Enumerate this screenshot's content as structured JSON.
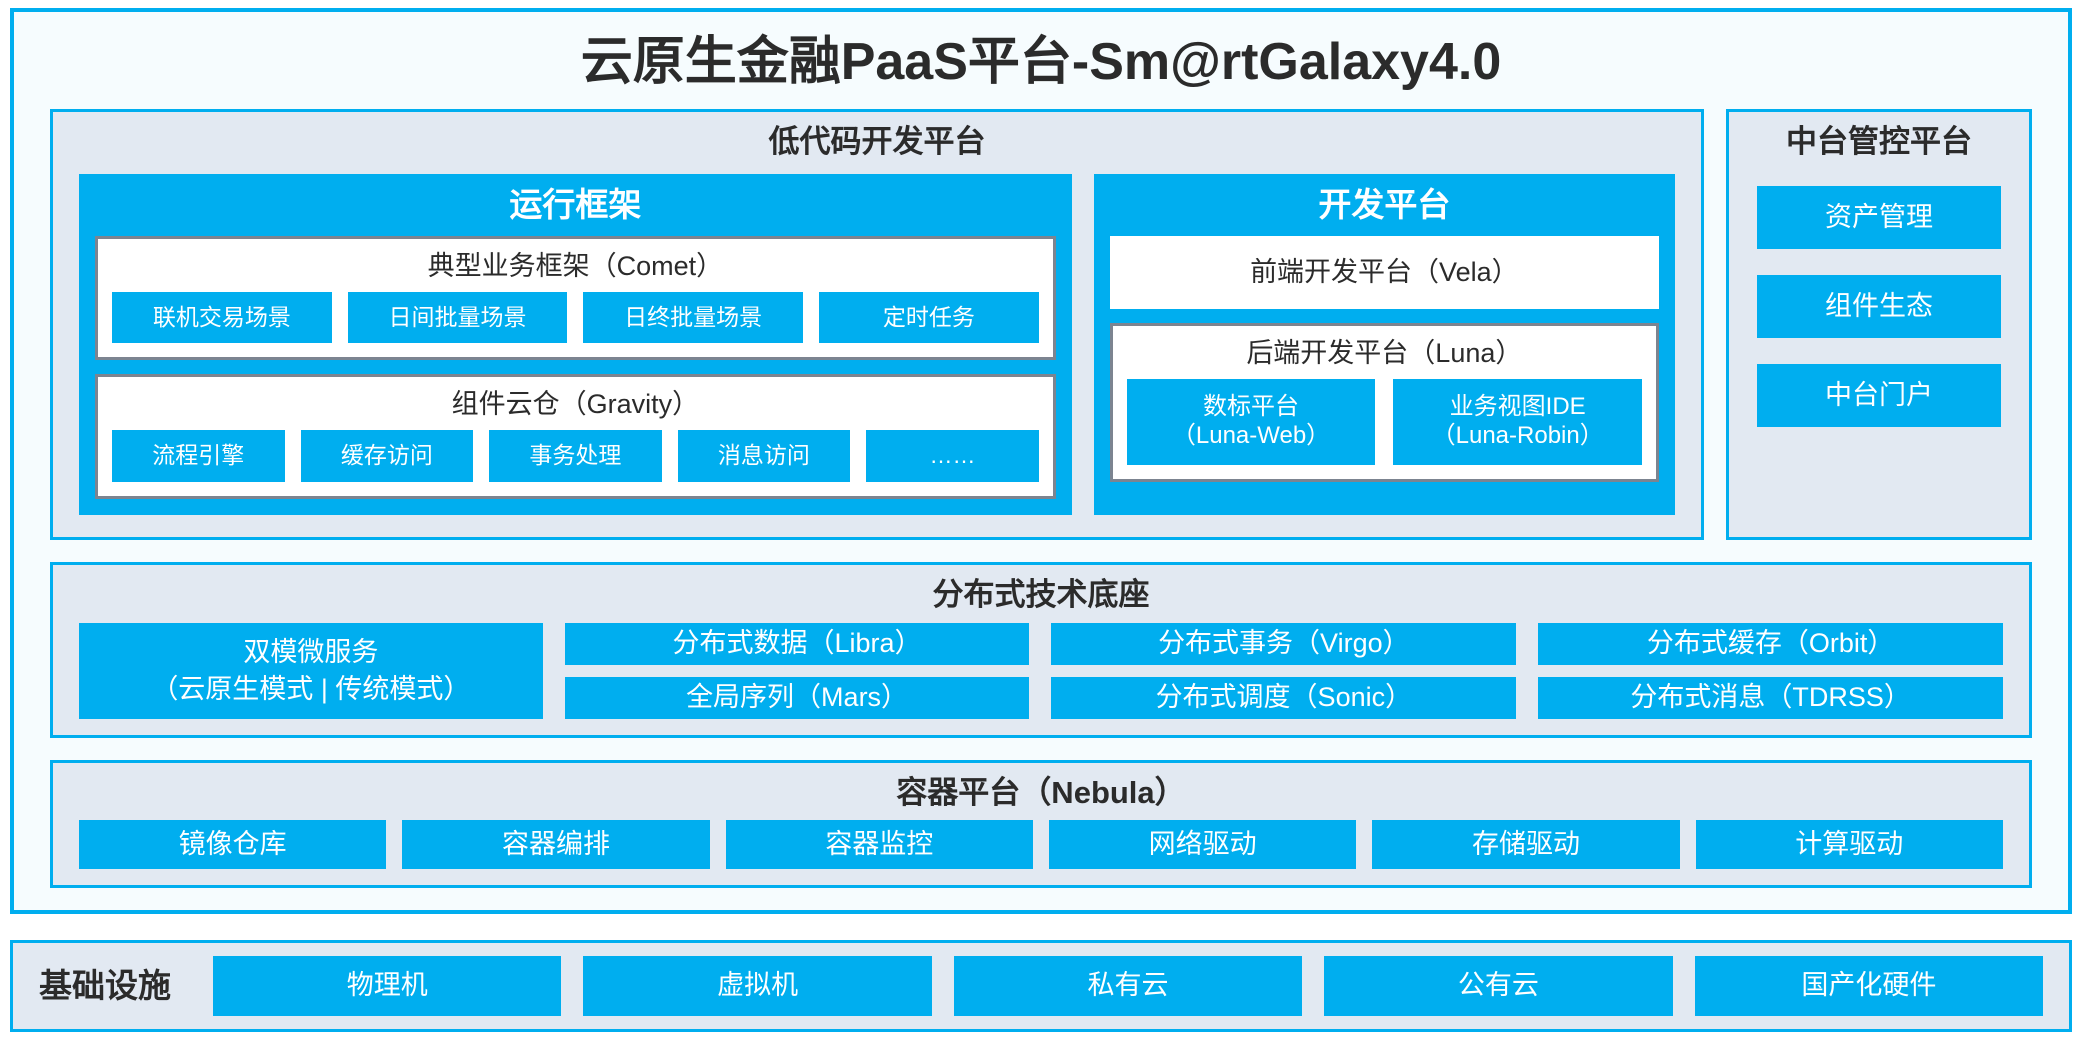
{
  "title": "云原生金融PaaS平台-Sm@rtGalaxy4.0",
  "colors": {
    "accent_blue": "#00AEEF",
    "panel_bg": "#E2E9F2",
    "frame_bg": "#F6FCFE",
    "inner_box_border": "#7C8490",
    "text_dark": "#2B2B2B",
    "text_light": "#FFFFFF"
  },
  "lowcode": {
    "title": "低代码开发平台",
    "runtime": {
      "title": "运行框架",
      "groups": [
        {
          "title": "典型业务框架（Comet）",
          "items": [
            "联机交易场景",
            "日间批量场景",
            "日终批量场景",
            "定时任务"
          ]
        },
        {
          "title": "组件云仓（Gravity）",
          "items": [
            "流程引擎",
            "缓存访问",
            "事务处理",
            "消息访问",
            "……"
          ]
        }
      ]
    },
    "devplatform": {
      "title": "开发平台",
      "frontend": "前端开发平台（Vela）",
      "backend": {
        "title": "后端开发平台（Luna）",
        "items": [
          {
            "name": "数标平台",
            "sub": "（Luna-Web）"
          },
          {
            "name": "业务视图IDE",
            "sub": "（Luna-Robin）"
          }
        ]
      }
    }
  },
  "management": {
    "title": "中台管控平台",
    "items": [
      "资产管理",
      "组件生态",
      "中台门户"
    ]
  },
  "distributed": {
    "title": "分布式技术底座",
    "wide": {
      "line1": "双模微服务",
      "line2": "（云原生模式 | 传统模式）"
    },
    "columns": [
      [
        "分布式数据（Libra）",
        "全局序列（Mars）"
      ],
      [
        "分布式事务（Virgo）",
        "分布式调度（Sonic）"
      ],
      [
        "分布式缓存（Orbit）",
        "分布式消息（TDRSS）"
      ]
    ]
  },
  "container": {
    "title": "容器平台（Nebula）",
    "items": [
      "镜像仓库",
      "容器编排",
      "容器监控",
      "网络驱动",
      "存储驱动",
      "计算驱动"
    ]
  },
  "infrastructure": {
    "label": "基础设施",
    "items": [
      "物理机",
      "虚拟机",
      "私有云",
      "公有云",
      "国产化硬件"
    ]
  }
}
